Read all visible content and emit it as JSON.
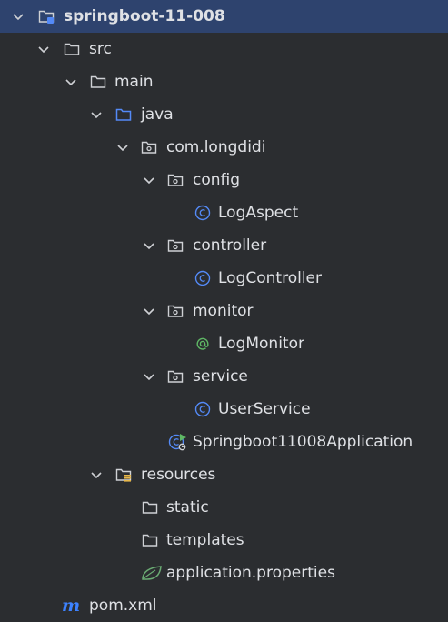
{
  "tree": {
    "project": "springboot-11-008",
    "src": "src",
    "main": "main",
    "java": "java",
    "package": "com.longdidi",
    "config": "config",
    "log_aspect": "LogAspect",
    "controller": "controller",
    "log_controller": "LogController",
    "monitor": "monitor",
    "log_monitor": "LogMonitor",
    "service": "service",
    "user_service": "UserService",
    "app_class": "Springboot11008Application",
    "resources": "resources",
    "static": "static",
    "templates": "templates",
    "app_properties": "application.properties",
    "pom": "pom.xml"
  },
  "icons": {
    "chevron": "chevron-down-icon",
    "module": "module-folder-icon",
    "folder": "folder-icon",
    "source_folder": "source-folder-icon",
    "package": "package-icon",
    "class": "class-icon",
    "annotation": "annotation-icon",
    "app_class": "spring-boot-run-class-icon",
    "resources_folder": "resources-folder-icon",
    "spring_properties": "spring-leaf-icon",
    "maven": "maven-icon"
  },
  "colors": {
    "background": "#2b2d30",
    "selection": "#2e436e",
    "text": "#dfe1e5",
    "class_blue": "#548af7",
    "annotation_green": "#5fb865",
    "spring_green": "#6aab73",
    "maven_blue": "#3d82ff"
  }
}
